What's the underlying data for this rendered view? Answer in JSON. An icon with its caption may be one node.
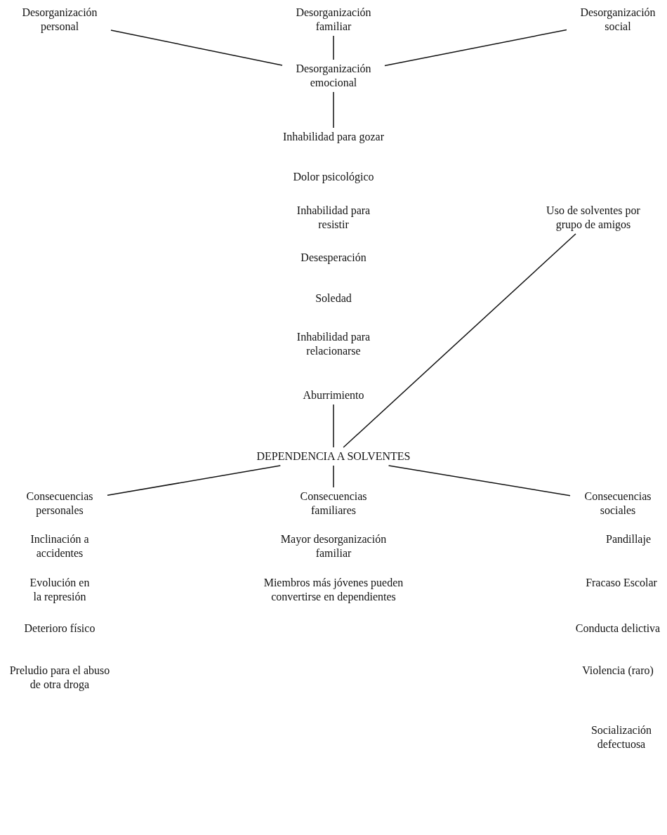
{
  "diagram": {
    "nodes": [
      {
        "text": [
          "Desorganización personal"
        ]
      },
      {
        "text": [
          "Desorganización familiar"
        ]
      },
      {
        "text": [
          "Desorganización social"
        ]
      },
      {
        "text": [
          "Desorganización emocional"
        ]
      },
      {
        "text": [
          "Inhabilidad para gozar"
        ]
      },
      {
        "text": [
          "Dolor psicológico"
        ]
      },
      {
        "text": [
          "Inhabilidad para resistir"
        ]
      },
      {
        "text": [
          "Desesperación"
        ]
      },
      {
        "text": [
          "Soledad"
        ]
      },
      {
        "text": [
          "Inhabilidad para relacionarse"
        ]
      },
      {
        "text": [
          "Aburrimiento"
        ]
      },
      {
        "text": [
          "Uso de solventes por grupo de amigos"
        ]
      },
      {
        "text": [
          "DEPENDENCIA A SOLVENTES"
        ]
      },
      {
        "text": [
          "Consecuencias personales"
        ]
      },
      {
        "text": [
          "Consecuencias familiares"
        ]
      },
      {
        "text": [
          "Consecuencias sociales"
        ]
      }
    ],
    "edges": [
      {
        "from": 0,
        "to": 3,
        "arrow": "none"
      },
      {
        "from": 1,
        "to": 3,
        "arrow": "none"
      },
      {
        "from": 2,
        "to": 3,
        "arrow": "none"
      },
      {
        "from": 3,
        "to": 4,
        "arrow": "none"
      },
      {
        "from": 10,
        "to": 12,
        "arrow": "none"
      },
      {
        "from": 11,
        "to": 12,
        "arrow": "none"
      },
      {
        "from": 12,
        "to": 13,
        "arrow": "none"
      },
      {
        "from": 12,
        "to": 14,
        "arrow": "none"
      },
      {
        "from": 12,
        "to": 15,
        "arrow": "none"
      }
    ],
    "labels": [
      "Inclinación a accidentes",
      "Mayor desorganización familiar",
      "Pandillaje",
      "Evolución en la represión",
      "Miembros más jóvenes pueden convertirse en dependientes",
      "Fracaso Escolar",
      "Deterioro físico",
      "Conducta delictiva",
      "Preludio para el abuso de otra droga",
      "Violencia (raro)",
      "Socialización defectuosa"
    ]
  }
}
